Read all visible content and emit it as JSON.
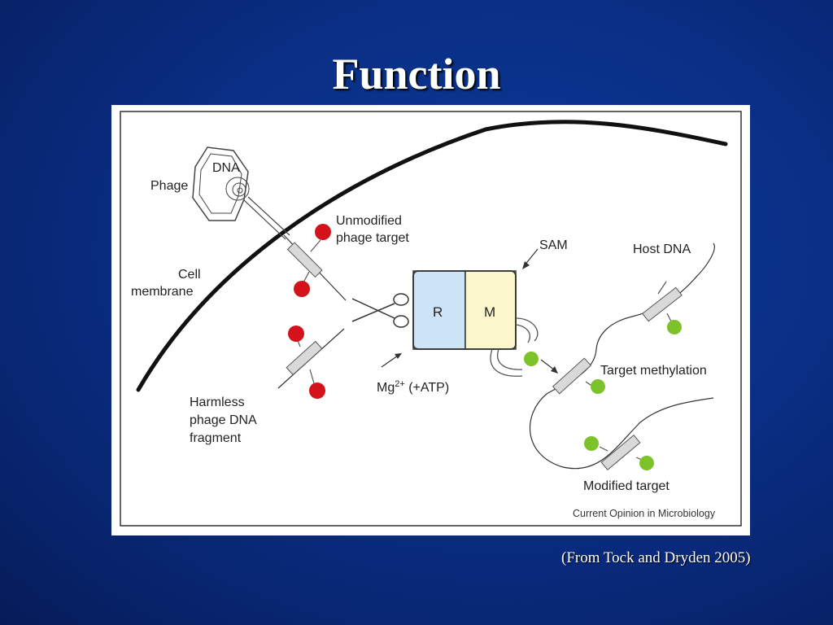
{
  "slide": {
    "title": "Function",
    "citation": "(From Tock and Dryden 2005)"
  },
  "diagram": {
    "labels": {
      "phage": "Phage",
      "dna": "DNA",
      "unmodified_line1": "Unmodified",
      "unmodified_line2": "phage target",
      "cell_line1": "Cell",
      "cell_line2": "membrane",
      "harmless_line1": "Harmless",
      "harmless_line2": "phage DNA",
      "harmless_line3": "fragment",
      "sam": "SAM",
      "enzyme_r": "R",
      "enzyme_m": "M",
      "mg": "Mg",
      "mg_sup": "2+",
      "atp": " (+ATP)",
      "host_dna": "Host DNA",
      "target_methylation": "Target methylation",
      "modified_target": "Modified target",
      "journal": "Current Opinion in Microbiology"
    },
    "colors": {
      "unmodified_site": "#d4121b",
      "methyl_group": "#7dc22b",
      "r_subunit": "#cce4f6",
      "m_subunit": "#fbf6cc",
      "dna_site_box": "#d9d9d9"
    }
  }
}
